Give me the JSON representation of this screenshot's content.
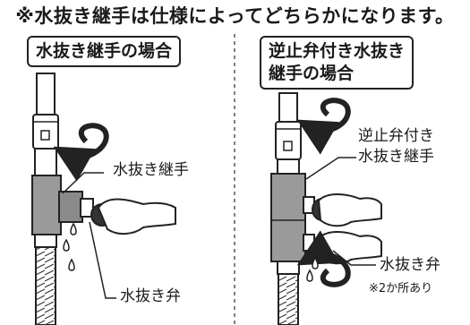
{
  "heading": "※水抜き継手は仕様によってどちらかになります。",
  "left_panel": {
    "case_title": "水抜き継手の場合",
    "label_fitting": "水抜き継手",
    "label_valve": "水抜き弁"
  },
  "right_panel": {
    "case_title_line1": "逆止弁付き水抜き",
    "case_title_line2": "継手の場合",
    "label_fitting_line1": "逆止弁付き",
    "label_fitting_line2": "水抜き継手",
    "label_valve": "水抜き弁",
    "note": "※2か所あり"
  },
  "colors": {
    "ink": "#222222",
    "body_gray": "#9a9a9a",
    "dark_gray": "#6e6e6e",
    "light_gray": "#d4d4d4"
  }
}
